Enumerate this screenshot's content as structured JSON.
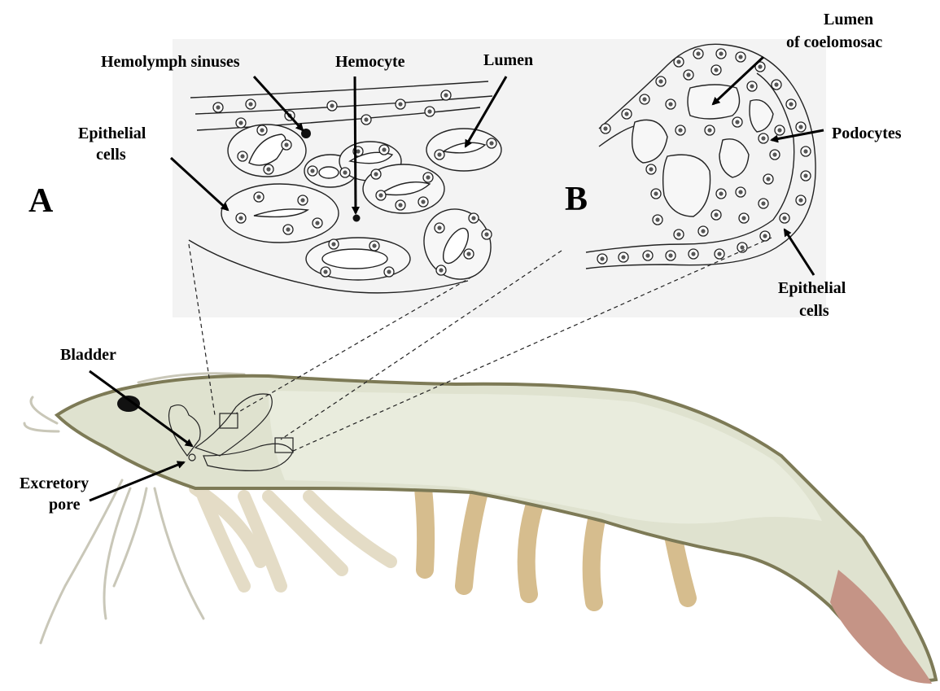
{
  "panels": {
    "a": {
      "letter": "A",
      "labels": {
        "hemolymph_sinuses": "Hemolymph sinuses",
        "hemocyte": "Hemocyte",
        "lumen": "Lumen",
        "epithelial_line1": "Epithelial",
        "epithelial_line2": "cells"
      }
    },
    "b": {
      "letter": "B",
      "labels": {
        "lumen_line1": "Lumen",
        "lumen_line2": "of coelomosac",
        "podocytes": "Podocytes",
        "epithelial_line1": "Epithelial",
        "epithelial_line2": "cells"
      }
    }
  },
  "shrimp": {
    "labels": {
      "bladder": "Bladder",
      "excretory_line1": "Excretory",
      "excretory_line2": "pore"
    }
  },
  "colors": {
    "panel_bg": "#f3f3f3",
    "body": "#dfe2cf",
    "body_inner": "#e9ecdd",
    "shell_outline": "#7d7a56",
    "legs": "#d6bd8e",
    "tail": "#c59486"
  }
}
